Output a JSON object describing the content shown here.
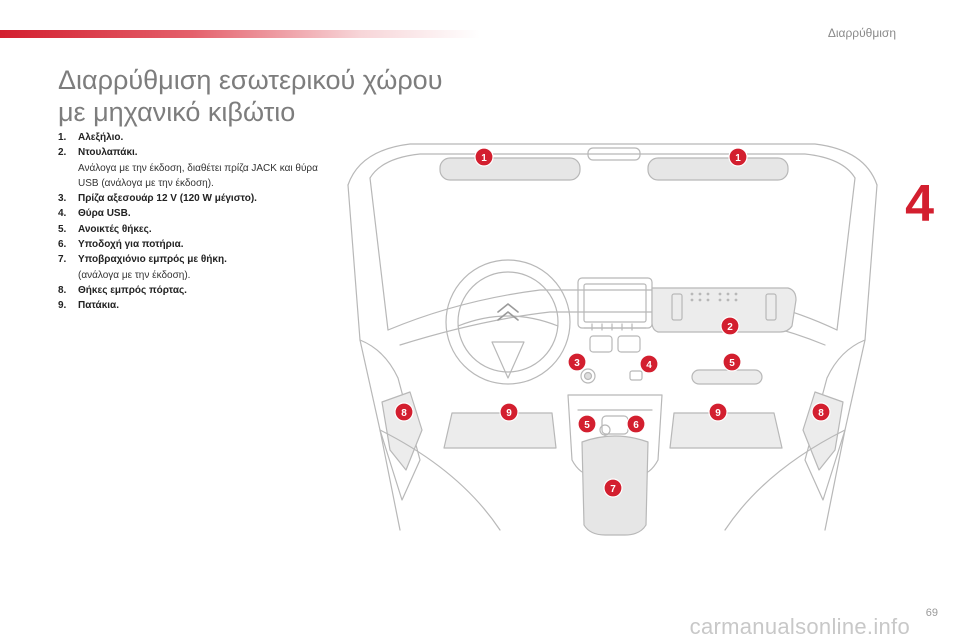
{
  "header": {
    "section": "Διαρρύθμιση",
    "chapter": "4"
  },
  "title": {
    "line1": "Διαρρύθμιση εσωτερικού χώρου",
    "line2": "με μηχανικό κιβώτιο"
  },
  "items": [
    {
      "num": "1.",
      "label": "Αλεξήλιο.",
      "note": ""
    },
    {
      "num": "2.",
      "label": "Ντουλαπάκι.",
      "note": "Ανάλογα με την έκδοση, διαθέτει πρίζα JACK και θύρα USB (ανάλογα με την έκδοση)."
    },
    {
      "num": "3.",
      "label": "Πρίζα αξεσουάρ 12 V (120 W μέγιστο).",
      "note": ""
    },
    {
      "num": "4.",
      "label": "Θύρα USB.",
      "note": ""
    },
    {
      "num": "5.",
      "label": "Ανοικτές θήκες.",
      "note": ""
    },
    {
      "num": "6.",
      "label": "Υποδοχή για ποτήρια.",
      "note": ""
    },
    {
      "num": "7.",
      "label": "Υποβραχιόνιο εμπρός με θήκη.",
      "note": "(ανάλογα με την έκδοση)."
    },
    {
      "num": "8.",
      "label": "Θήκες εμπρός πόρτας.",
      "note": ""
    },
    {
      "num": "9.",
      "label": "Πατάκια.",
      "note": ""
    }
  ],
  "diagram": {
    "callouts": [
      "1",
      "1",
      "2",
      "3",
      "4",
      "5",
      "5",
      "6",
      "7",
      "8",
      "8",
      "9",
      "9"
    ],
    "accent_color": "#d31f2f",
    "outline_color": "#b8b8b8",
    "fill_color": "#e6e6e6"
  },
  "footer": {
    "page_number": "69",
    "watermark": "carmanualsonline.info"
  }
}
